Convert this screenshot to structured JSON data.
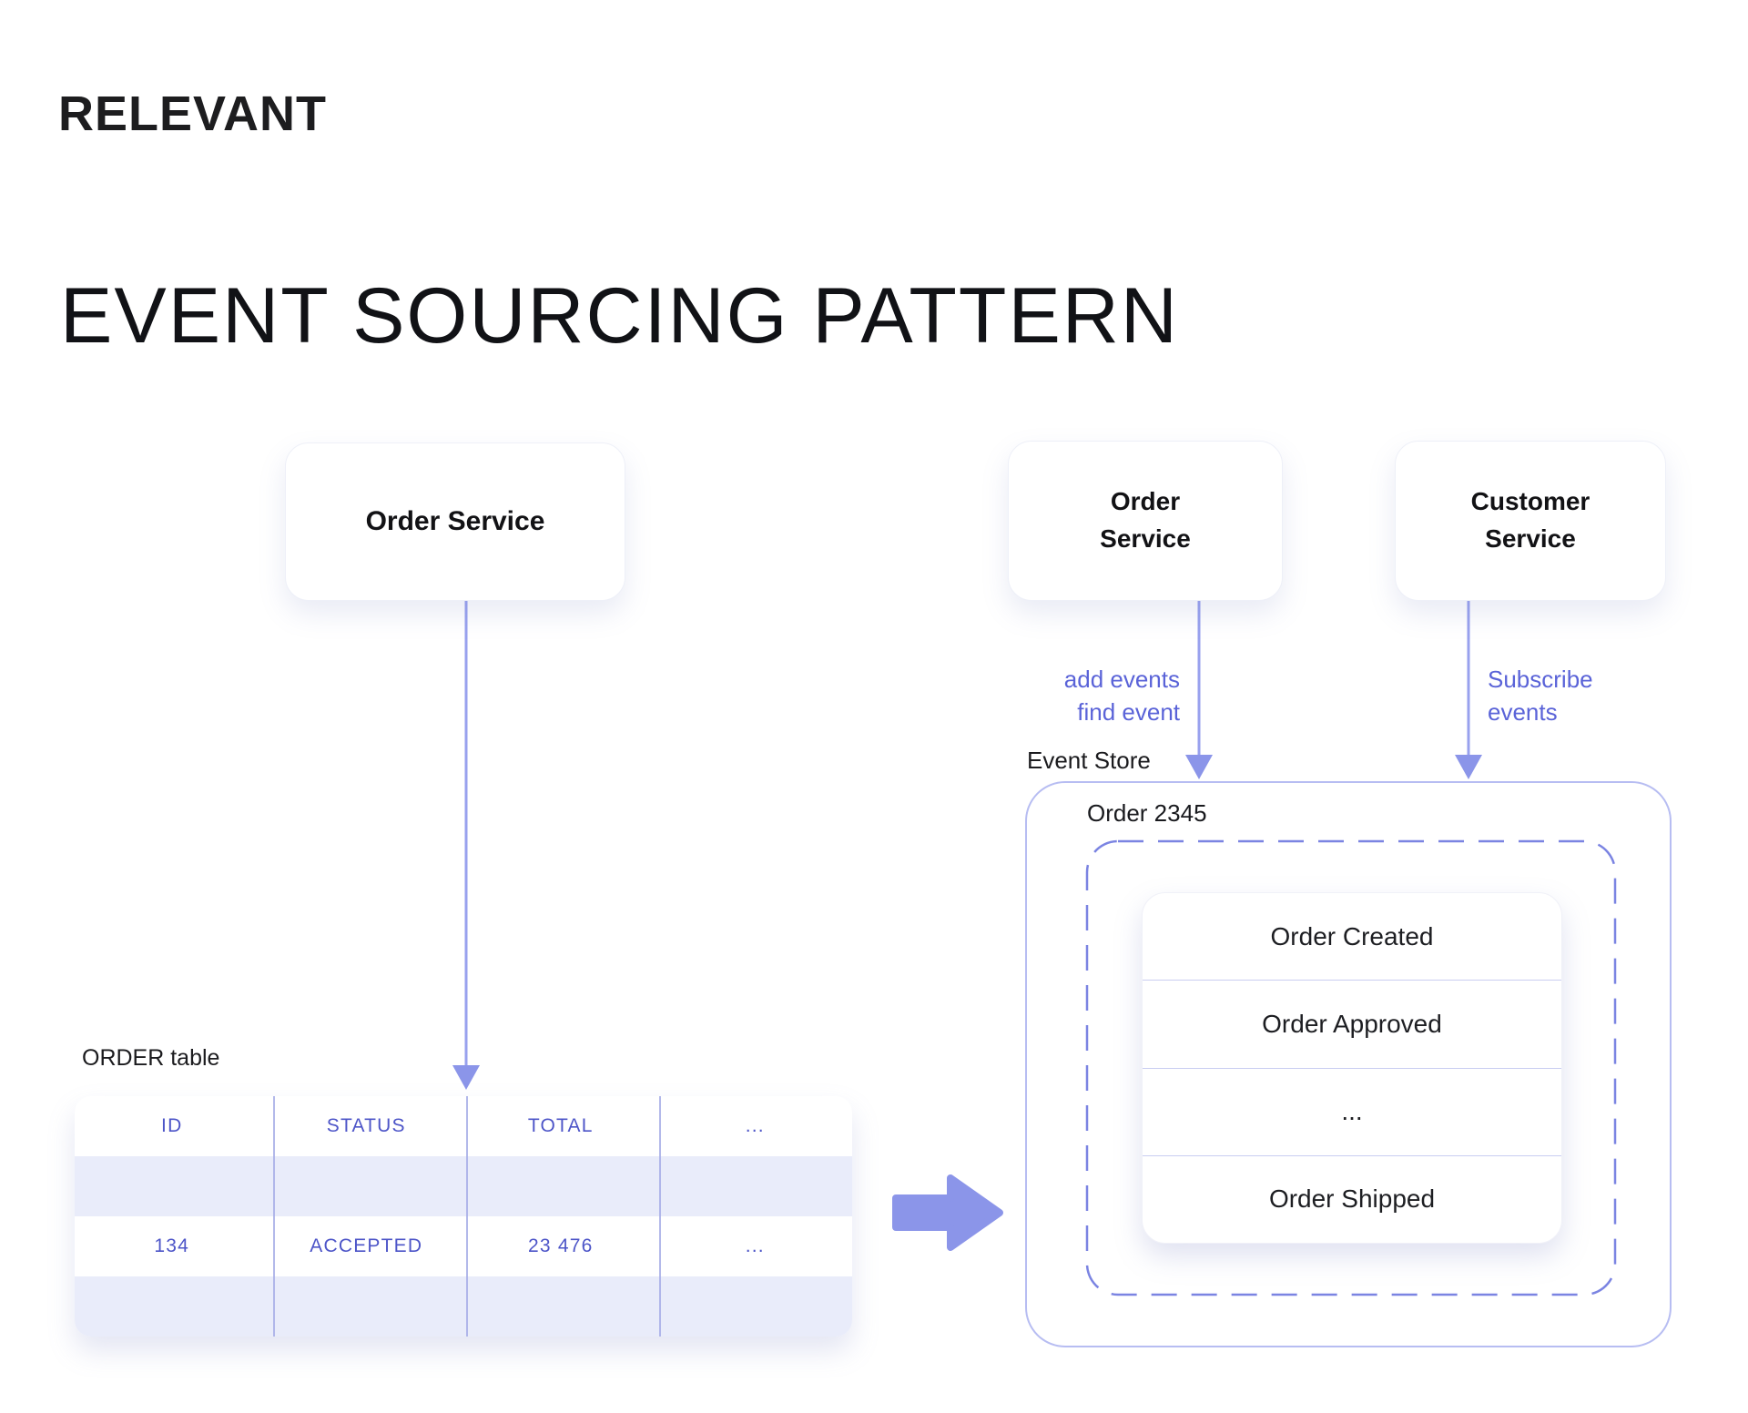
{
  "brand": {
    "logo_text": "RELEVANT"
  },
  "heading": {
    "title": "EVENT SOURCING PATTERN"
  },
  "left_flow": {
    "service_box_label": "Order Service",
    "table_label": "ORDER table",
    "table": {
      "headers": [
        "ID",
        "STATUS",
        "TOTAL",
        "..."
      ],
      "rows": [
        [
          "",
          "",
          "",
          ""
        ],
        [
          "134",
          "ACCEPTED",
          "23 476",
          "..."
        ],
        [
          "",
          "",
          "",
          ""
        ]
      ]
    }
  },
  "right_flow": {
    "order_service_lines": [
      "Order",
      "Service"
    ],
    "customer_service_lines": [
      "Customer",
      "Service"
    ],
    "add_events_lines": [
      "add events",
      "find event"
    ],
    "subscribe_lines": [
      "Subscribe",
      "events"
    ],
    "event_store_label": "Event Store",
    "order_group_label": "Order 2345",
    "events": [
      "Order Created",
      "Order Approved",
      "...",
      "Order Shipped"
    ]
  },
  "colors": {
    "text_primary": "#17171b",
    "accent_text": "#4d55c8",
    "label_text": "#5a63d8",
    "connector_line": "#98a1ee",
    "arrow_fill": "#8b95e9",
    "lavender_row": "#e9ecfa",
    "dashed_border": "#7b84e2",
    "store_border": "#b7bdf2",
    "card_divider": "#c9cdf1",
    "table_divider": "#a6ade6"
  }
}
